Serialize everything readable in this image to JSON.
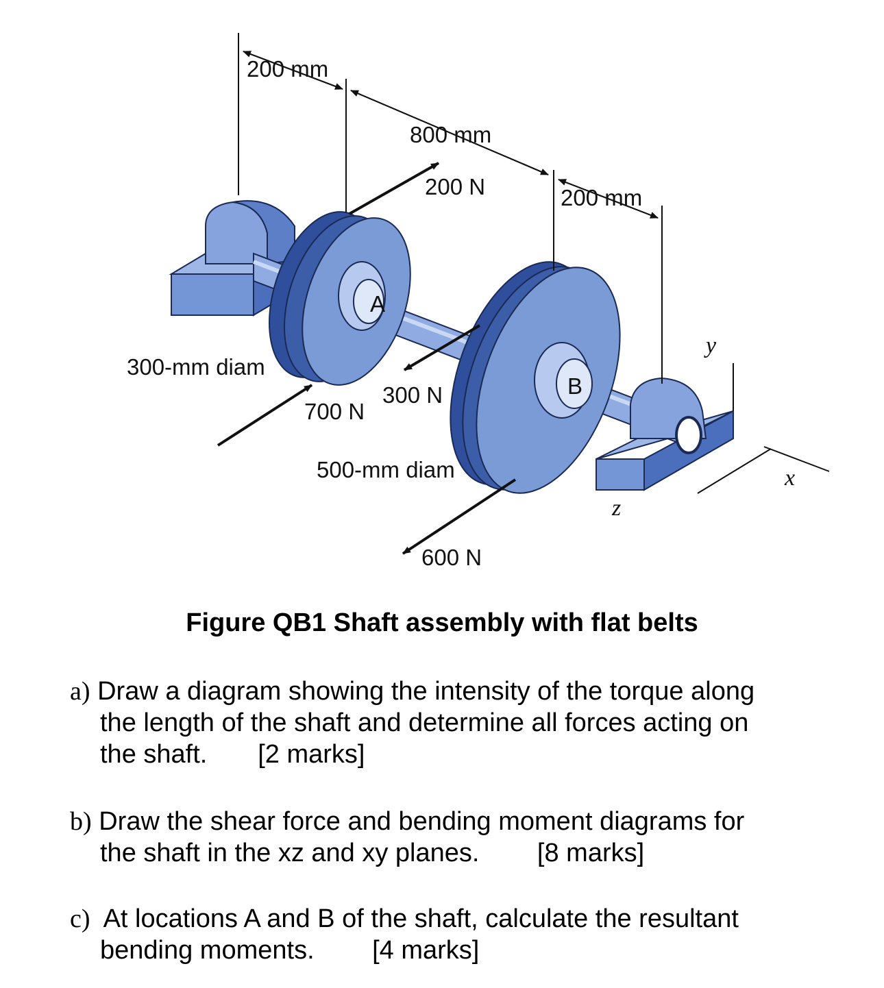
{
  "figure": {
    "dim_left": "200 mm",
    "dim_middle": "800 mm",
    "dim_right": "200 mm",
    "force_200": "200 N",
    "force_300": "300 N",
    "force_700": "700 N",
    "force_600": "600 N",
    "diam_small": "300-mm diam",
    "diam_large": "500-mm diam",
    "point_a": "A",
    "point_b": "B",
    "axis_x": "x",
    "axis_y": "y",
    "axis_z": "z",
    "colors": {
      "metal": "#7b9bd6",
      "metal_dark": "#3c5ea8",
      "metal_light": "#b7c9ee",
      "belt": "#2f4f9c"
    }
  },
  "caption": "Figure QB1 Shaft assembly with flat belts",
  "questions": [
    {
      "letter": "a)",
      "lines": [
        "Draw a diagram showing the intensity of the torque along",
        "the length of the shaft and determine all forces acting on",
        "the shaft."
      ],
      "marks": "[2 marks]"
    },
    {
      "letter": "b)",
      "lines": [
        "Draw the shear force and bending moment diagrams for",
        "the shaft in the xz and xy planes."
      ],
      "marks": "[8 marks]"
    },
    {
      "letter": "c)",
      "lines": [
        "At locations A and B of the shaft, calculate the resultant",
        "bending moments."
      ],
      "marks": "[4 marks]"
    }
  ]
}
